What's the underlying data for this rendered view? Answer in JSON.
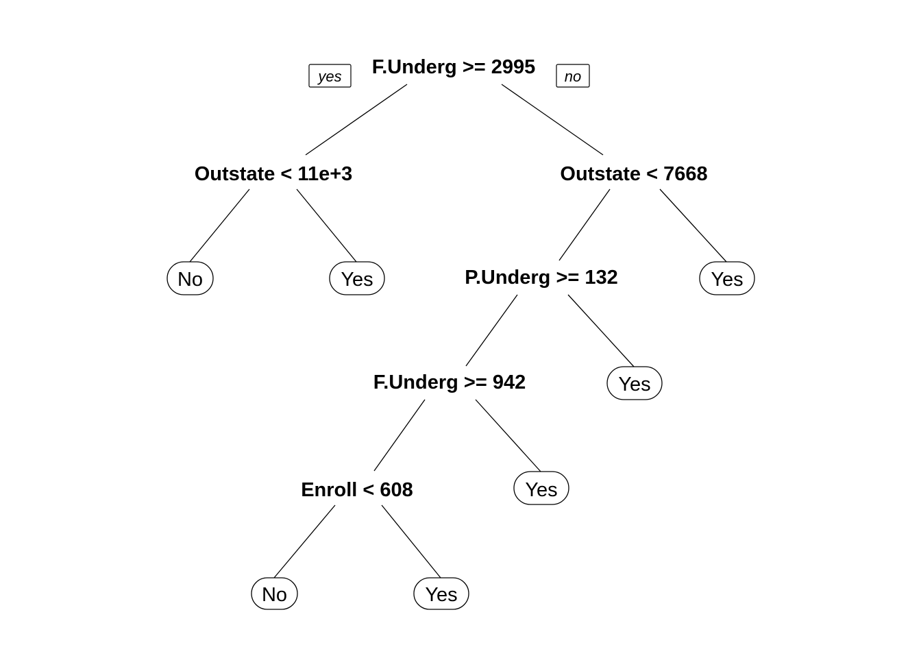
{
  "tree": {
    "branch_labels": {
      "left": "yes",
      "right": "no"
    },
    "root": {
      "split": "F.Underg >= 2995",
      "yes": {
        "split": "Outstate < 11e+3",
        "yes": {
          "leaf": "No"
        },
        "no": {
          "leaf": "Yes"
        }
      },
      "no": {
        "split": "Outstate < 7668",
        "yes": {
          "split": "P.Underg >= 132",
          "yes": {
            "split": "F.Underg >= 942",
            "yes": {
              "split": "Enroll < 608",
              "yes": {
                "leaf": "No"
              },
              "no": {
                "leaf": "Yes"
              }
            },
            "no": {
              "leaf": "Yes"
            }
          },
          "no": {
            "leaf": "Yes"
          }
        },
        "no": {
          "leaf": "Yes"
        }
      }
    }
  }
}
